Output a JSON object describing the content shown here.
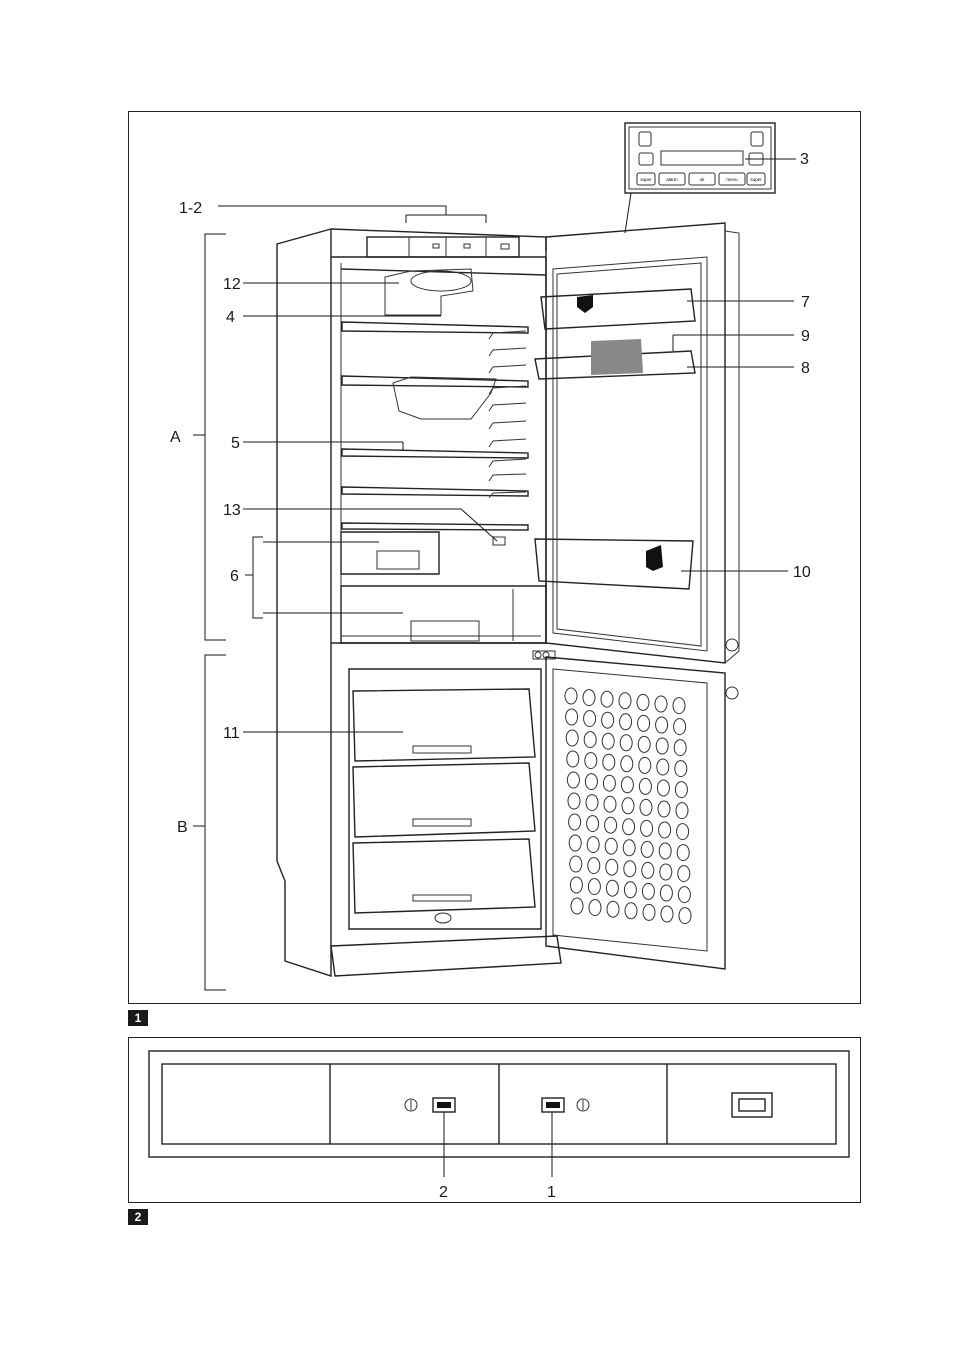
{
  "figure1": {
    "tag": "1",
    "labels": {
      "l1_2": "1-2",
      "l3": "3",
      "l4": "4",
      "l5": "5",
      "l6": "6",
      "l7": "7",
      "l8": "8",
      "l9": "9",
      "l10": "10",
      "l11": "11",
      "l12": "12",
      "l13": "13",
      "zoneA": "A",
      "zoneB": "B"
    },
    "display_panel": {
      "buttons": [
        "super",
        "alarm",
        "ok",
        "menu",
        "super"
      ]
    }
  },
  "figure2": {
    "tag": "2",
    "labels": {
      "l1": "1",
      "l2": "2"
    }
  }
}
